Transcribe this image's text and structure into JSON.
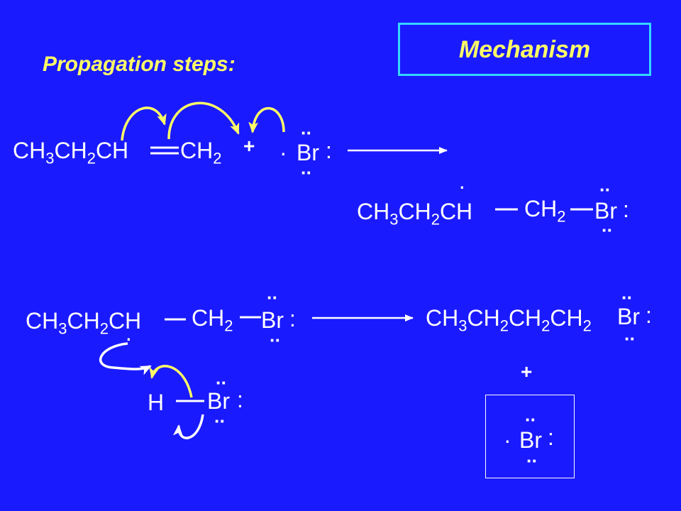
{
  "header": {
    "title": "Mechanism",
    "subtitle": "Propagation steps:"
  },
  "step1": {
    "reactant_left": "CH",
    "reactant_sub1": "3",
    "reactant_mid": "CH",
    "reactant_sub2": "2",
    "reactant_end": "CH",
    "reactant_right": "CH",
    "reactant_right_sub": "2",
    "plus": "+",
    "radical_dot": "·",
    "bromine": "Br",
    "colon": ":",
    "lone_pair": "··",
    "product_left": "CH",
    "product_sub1": "3",
    "product_mid": "CH",
    "product_sub2": "2",
    "product_end": "CH",
    "product_radical_dot": "·",
    "product_right": "CH",
    "product_right_sub": "2"
  },
  "step2": {
    "reactant_left": "CH",
    "reactant_sub1": "3",
    "reactant_mid": "CH",
    "reactant_sub2": "2",
    "reactant_end": "CH",
    "reactant_radical_dot": "·",
    "reactant_right": "CH",
    "reactant_right_sub": "2",
    "hydrogen": "H",
    "product": "CH",
    "product_sub1": "3",
    "product_p2": "CH",
    "product_sub2": "2",
    "product_p3": "CH",
    "product_sub3": "2",
    "product_p4": "CH",
    "product_sub4": "2",
    "plus": "+"
  },
  "colors": {
    "background": "#1a1aff",
    "title": "#ffff66",
    "box_border": "#33d6ff",
    "curve_arrow": "#ffff66",
    "text": "#ffffff"
  }
}
